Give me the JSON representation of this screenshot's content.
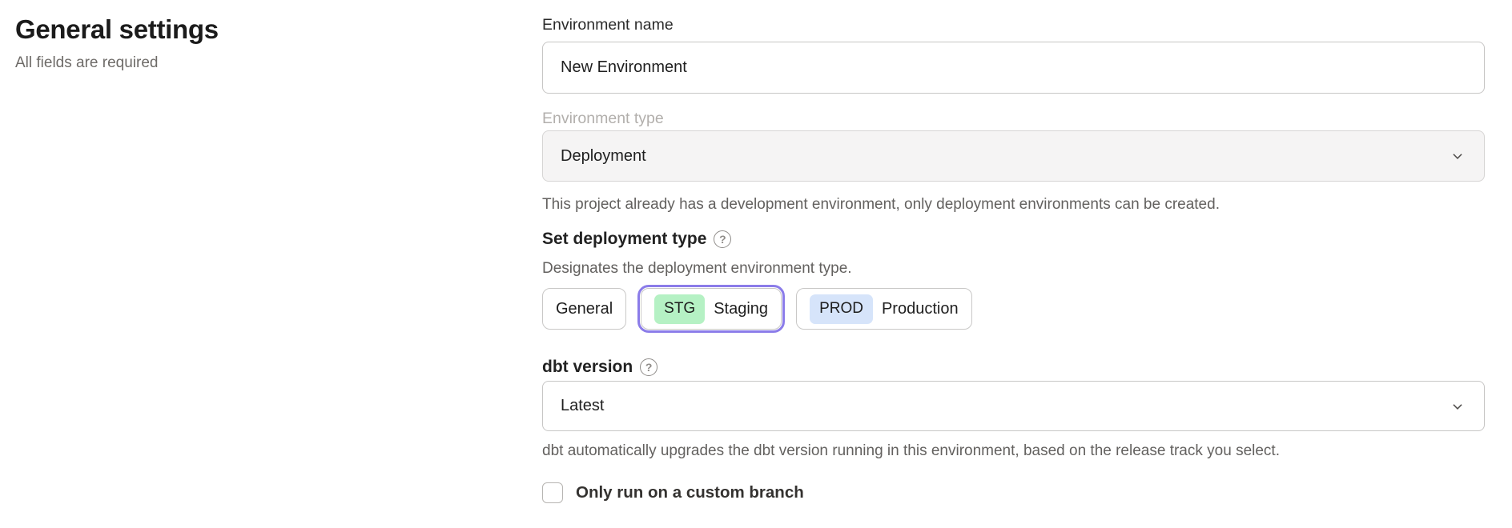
{
  "page": {
    "title": "General settings",
    "subtitle": "All fields are required"
  },
  "form": {
    "environment_name": {
      "label": "Environment name",
      "value": "New Environment"
    },
    "environment_type": {
      "label": "Environment type",
      "value": "Deployment",
      "helper": "This project already has a development environment, only deployment environments can be created."
    },
    "deployment_type": {
      "label": "Set deployment type",
      "description": "Designates the deployment environment type.",
      "options": [
        {
          "label": "General",
          "badge": "",
          "selected": false
        },
        {
          "label": "Staging",
          "badge": "STG",
          "selected": true
        },
        {
          "label": "Production",
          "badge": "PROD",
          "selected": false
        }
      ]
    },
    "dbt_version": {
      "label": "dbt version",
      "value": "Latest",
      "helper": "dbt automatically upgrades the dbt version running in this environment, based on the release track you select."
    },
    "custom_branch": {
      "label": "Only run on a custom branch",
      "checked": false
    }
  },
  "icons": {
    "help_glyph": "?"
  },
  "colors": {
    "accent_purple": "#8b7ce9",
    "badge_green": "#b5f1c4",
    "badge_blue": "#d6e4fa",
    "disabled_bg": "#f5f4f4"
  }
}
